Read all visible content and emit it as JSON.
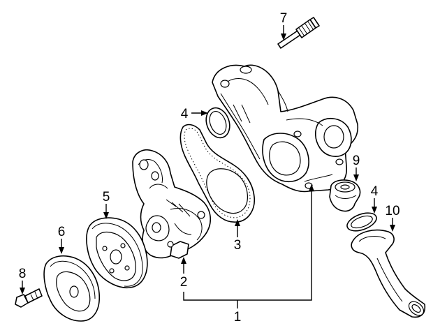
{
  "diagram": {
    "callouts": [
      {
        "id": "callout-1",
        "text": "1"
      },
      {
        "id": "callout-2",
        "text": "2"
      },
      {
        "id": "callout-3",
        "text": "3"
      },
      {
        "id": "callout-4a",
        "text": "4"
      },
      {
        "id": "callout-4b",
        "text": "4"
      },
      {
        "id": "callout-5",
        "text": "5"
      },
      {
        "id": "callout-6",
        "text": "6"
      },
      {
        "id": "callout-7",
        "text": "7"
      },
      {
        "id": "callout-8",
        "text": "8"
      },
      {
        "id": "callout-9",
        "text": "9"
      },
      {
        "id": "callout-10",
        "text": "10"
      }
    ],
    "colors": {
      "line": "#000000",
      "background": "#ffffff"
    }
  }
}
